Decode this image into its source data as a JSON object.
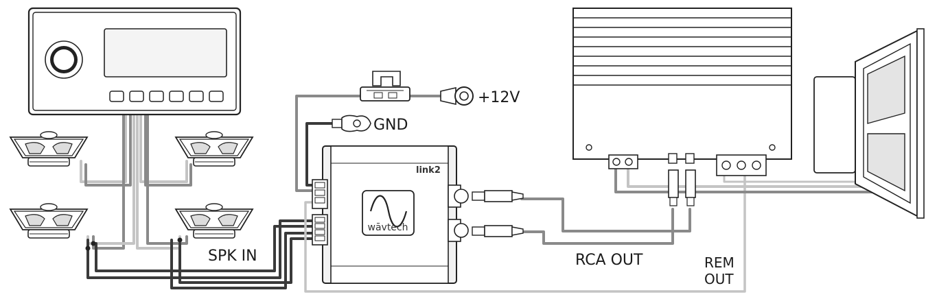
{
  "labels": {
    "v12": "+12V",
    "gnd": "GND",
    "spk_in": "SPK IN",
    "rca_out": "RCA OUT",
    "rem_line1": "REM",
    "rem_line2": "OUT",
    "device_model": "link2",
    "device_brand": "wāvtech"
  },
  "colors": {
    "wire_dark": "#3a3a3a",
    "wire_mid": "#8a8a8a",
    "wire_light": "#c4c4c4",
    "outline": "#222222"
  },
  "icons": [
    "head-unit-icon",
    "speaker-icon",
    "fuse-holder-icon",
    "ring-terminal-icon",
    "ground-terminal-icon",
    "amplifier-icon",
    "subwoofer-icon",
    "sine-wave-icon"
  ]
}
